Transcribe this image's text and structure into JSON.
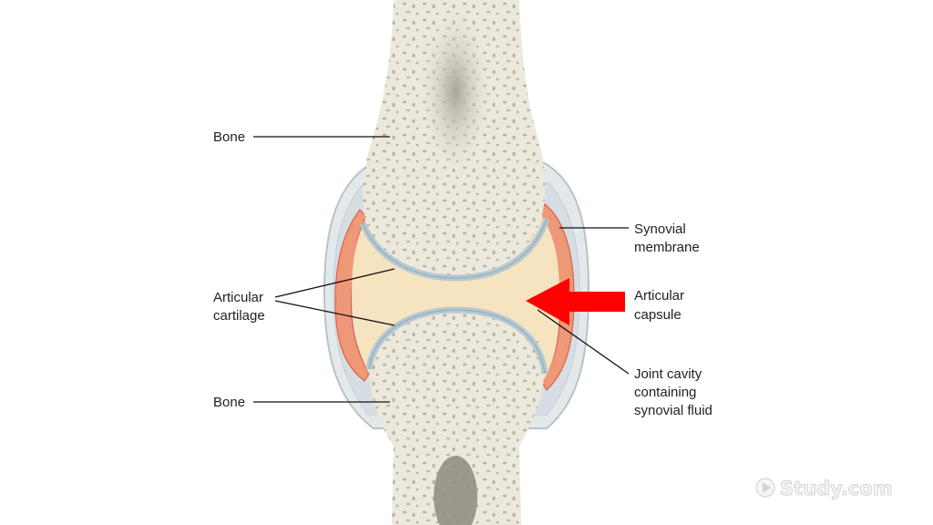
{
  "diagram": {
    "labels": {
      "bone_top": "Bone",
      "bone_bottom": "Bone",
      "articular_cartilage": [
        "Articular",
        "cartilage"
      ],
      "synovial_membrane": [
        "Synovial",
        "membrane"
      ],
      "articular_capsule": [
        "Articular",
        "capsule"
      ],
      "joint_cavity": [
        "Joint cavity",
        "containing",
        "synovial fluid"
      ]
    },
    "highlight_arrow_target": "Articular capsule",
    "colors": {
      "bone": "#ece8dc",
      "marrow": "#8f8a80",
      "cartilage": "#b6c9d3",
      "synovial_membrane": "#ef9878",
      "cavity": "#f6e3c0",
      "capsule": "#d9e0e4",
      "arrow": "#ff0000"
    }
  },
  "watermark": {
    "text": "Study.com"
  }
}
